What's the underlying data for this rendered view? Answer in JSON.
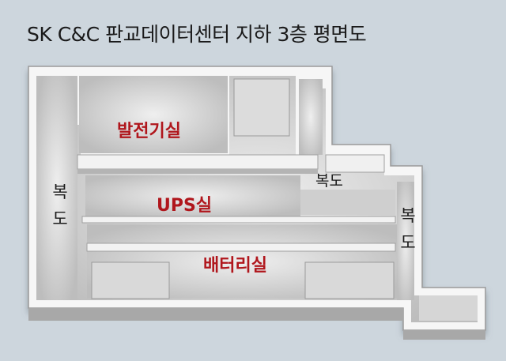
{
  "title": "SK C&C 판교데이터센터 지하 3층 평면도",
  "rooms": {
    "generator": "발전기실",
    "ups": "UPS실",
    "battery": "배터리실"
  },
  "corridors": {
    "left_top": "복",
    "left_bottom": "도",
    "mid": "복도",
    "right_top": "복",
    "right_bottom": "도"
  },
  "colors": {
    "background": "#cdd6dd",
    "wall": "#f4f4f4",
    "floor": "#d3d3d3",
    "room_label": "#b0161c"
  }
}
